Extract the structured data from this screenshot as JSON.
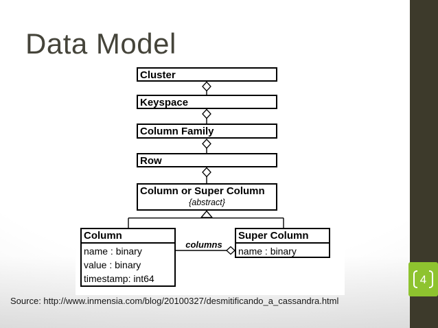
{
  "slide": {
    "title": "Data Model",
    "page_number": "4",
    "source_text": "Source: http://www.inmensia.com/blog/20100327/desmitificando_a_cassandra.html"
  },
  "diagram": {
    "type": "uml_class_hierarchy",
    "stack": [
      {
        "name": "Cluster"
      },
      {
        "name": "Keyspace"
      },
      {
        "name": "Column Family"
      },
      {
        "name": "Row"
      },
      {
        "name": "Column or Super Column",
        "stereotype": "{abstract}"
      }
    ],
    "subclasses": [
      {
        "name": "Column",
        "attributes": [
          "name : binary",
          "value : binary",
          "timestamp: int64"
        ]
      },
      {
        "name": "Super Column",
        "attributes": [
          "name : binary"
        ]
      }
    ],
    "association": {
      "label": "columns"
    }
  },
  "colors": {
    "sidebar": "#3d3a2b",
    "page_badge": "#8ec32f",
    "title_text": "#45443a",
    "diagram_line": "#000000"
  }
}
